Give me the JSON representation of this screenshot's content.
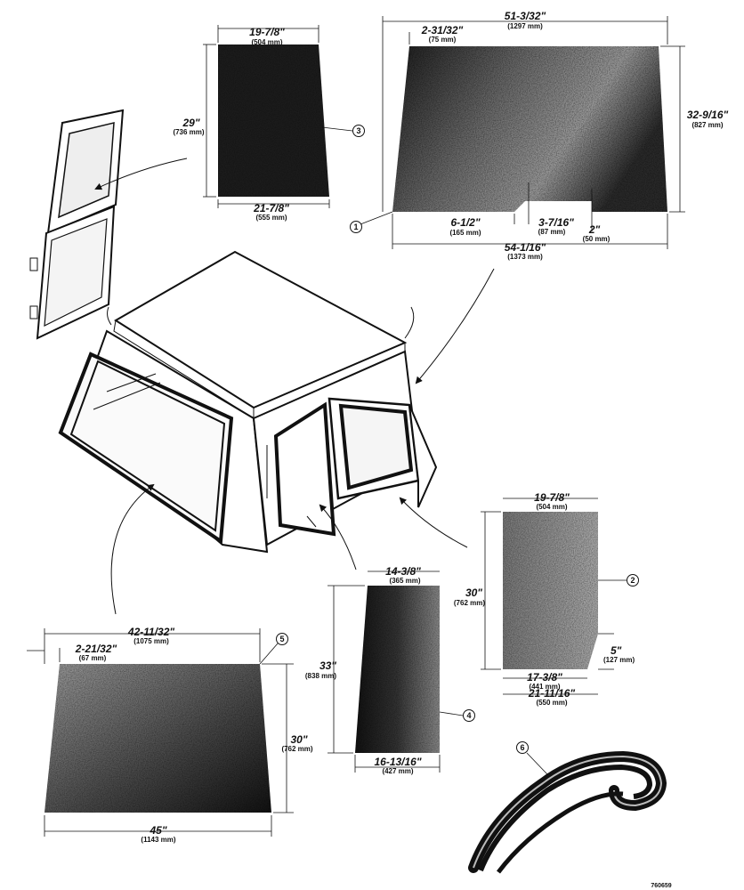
{
  "callouts": {
    "c1": "1",
    "c2": "2",
    "c3": "3",
    "c4": "4",
    "c5": "5",
    "c6": "6"
  },
  "glass_top_right": {
    "top_width": "51-3/32\"",
    "top_width_mm": "(1297 mm)",
    "inset": "2-31/32\"",
    "inset_mm": "(75 mm)",
    "height": "32-9/16\"",
    "height_mm": "(827 mm)",
    "notch_offset": "6-1/2\"",
    "notch_offset_mm": "(165 mm)",
    "notch_width": "3-7/16\"",
    "notch_width_mm": "(87 mm)",
    "notch_depth": "2\"",
    "notch_depth_mm": "(50 mm)",
    "bottom_width": "54-1/16\"",
    "bottom_width_mm": "(1373 mm)"
  },
  "glass_top_left": {
    "top_width": "19-7/8\"",
    "top_width_mm": "(504 mm)",
    "height": "29\"",
    "height_mm": "(736 mm)",
    "bottom_width": "21-7/8\"",
    "bottom_width_mm": "(555 mm)"
  },
  "glass_mid_right": {
    "top_width": "19-7/8\"",
    "top_width_mm": "(504 mm)",
    "height": "30\"",
    "height_mm": "(762 mm)",
    "corner": "5\"",
    "corner_mm": "(127 mm)",
    "inner_width": "17-3/8\"",
    "inner_width_mm": "(441 mm)",
    "bottom_width": "21-11/16\"",
    "bottom_width_mm": "(550 mm)"
  },
  "glass_mid": {
    "top_width": "14-3/8\"",
    "top_width_mm": "(365 mm)",
    "height": "33\"",
    "height_mm": "(838 mm)",
    "bottom_width": "16-13/16\"",
    "bottom_width_mm": "(427 mm)"
  },
  "glass_bottom_left": {
    "top_width": "42-11/32\"",
    "top_width_mm": "(1075 mm)",
    "inset": "2-21/32\"",
    "inset_mm": "(67 mm)",
    "height": "30\"",
    "height_mm": "(762 mm)",
    "bottom_width": "45\"",
    "bottom_width_mm": "(1143 mm)"
  },
  "drawing_ref": "760659"
}
